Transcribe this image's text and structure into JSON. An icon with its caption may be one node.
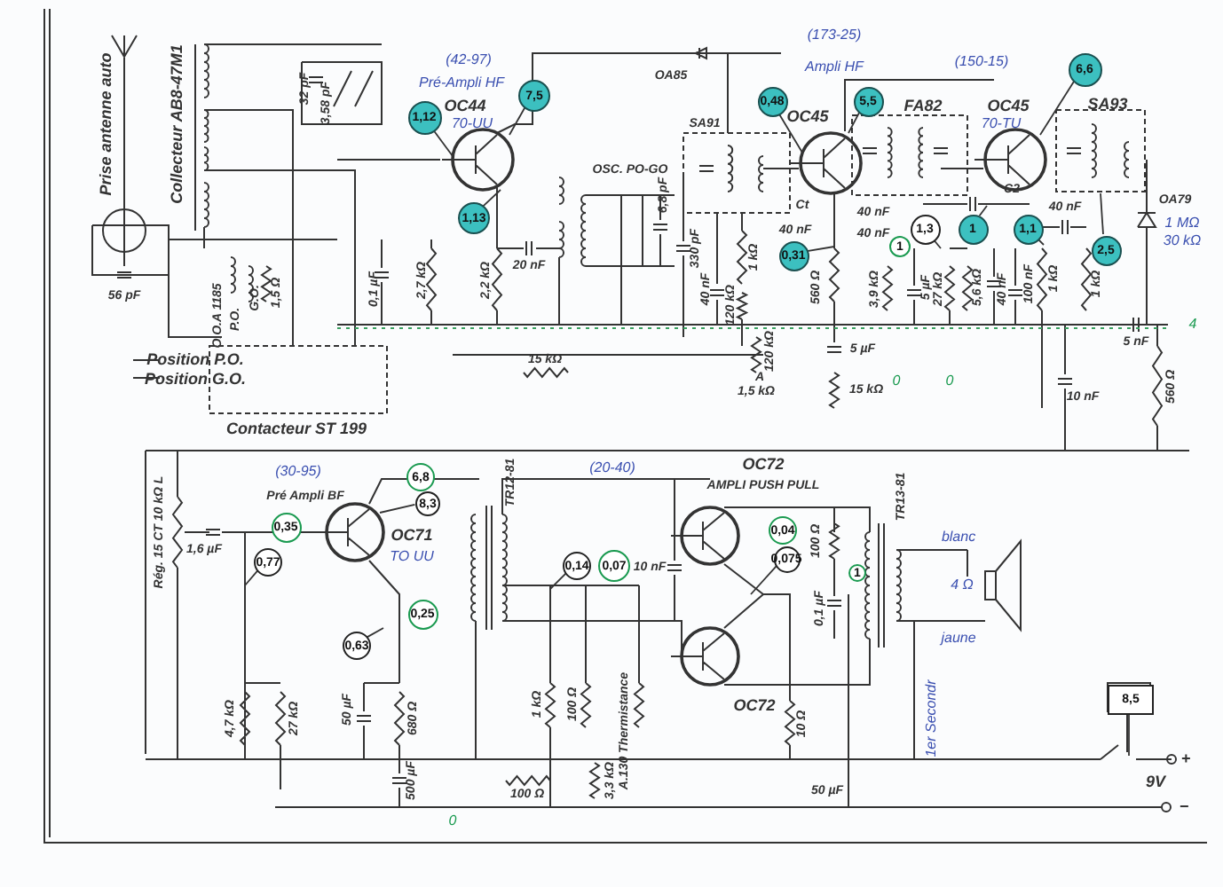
{
  "diagram": {
    "nodes": [
      {
        "text": [
          "1,12"
        ]
      },
      {
        "text": [
          "7,5"
        ]
      },
      {
        "text": [
          "1,13"
        ]
      },
      {
        "text": [
          "0,48"
        ]
      },
      {
        "text": [
          "5,5"
        ]
      },
      {
        "text": [
          "0,31"
        ]
      },
      {
        "text": [
          "6,6"
        ]
      },
      {
        "text": [
          "1,3"
        ]
      },
      {
        "text": [
          "1"
        ]
      },
      {
        "text": [
          "1"
        ]
      },
      {
        "text": [
          "1,1"
        ]
      },
      {
        "text": [
          "2,5"
        ]
      },
      {
        "text": [
          "0,35"
        ]
      },
      {
        "text": [
          "0,77"
        ]
      },
      {
        "text": [
          "6,8"
        ]
      },
      {
        "text": [
          "8,3"
        ]
      },
      {
        "text": [
          "0,25"
        ]
      },
      {
        "text": [
          "0,63"
        ]
      },
      {
        "text": [
          "0,14"
        ]
      },
      {
        "text": [
          "0,07"
        ]
      },
      {
        "text": [
          "0,04"
        ]
      },
      {
        "text": [
          "0,075"
        ]
      },
      {
        "text": [
          "1"
        ]
      },
      {
        "text": [
          "8,5"
        ]
      }
    ],
    "edges": [
      {
        "from": 0,
        "to": null,
        "arrow": "none"
      },
      {
        "from": 1,
        "to": null,
        "arrow": "none"
      },
      {
        "from": 2,
        "to": null,
        "arrow": "none"
      },
      {
        "from": 3,
        "to": null,
        "arrow": "none"
      },
      {
        "from": 4,
        "to": null,
        "arrow": "none"
      },
      {
        "from": 5,
        "to": null,
        "arrow": "none"
      },
      {
        "from": 6,
        "to": null,
        "arrow": "none"
      },
      {
        "from": 7,
        "to": null,
        "arrow": "none"
      },
      {
        "from": 9,
        "to": null,
        "arrow": "none"
      },
      {
        "from": 10,
        "to": null,
        "arrow": "none"
      },
      {
        "from": 11,
        "to": null,
        "arrow": "none"
      },
      {
        "from": 13,
        "to": null,
        "arrow": "none"
      },
      {
        "from": 15,
        "to": null,
        "arrow": "none"
      },
      {
        "from": 17,
        "to": null,
        "arrow": "none"
      },
      {
        "from": 18,
        "to": null,
        "arrow": "none"
      },
      {
        "from": 21,
        "to": null,
        "arrow": "none"
      },
      {
        "from": 23,
        "to": null,
        "arrow": "none"
      }
    ],
    "labels": [
      "Prise antenne auto",
      "Collecteur AB8-47M1",
      "32 pF",
      "3,58 pF",
      "56 pF",
      "O.O.A 1185",
      "P.O.",
      "G.O.",
      "1,5 Ω",
      "Position P.O.",
      "Position G.O.",
      "Contacteur ST 199",
      "0,1 µF",
      "(42-97)",
      "Pré-Ampli HF",
      "OC44",
      "70-UU",
      "2,7 kΩ",
      "2,2 kΩ",
      "20 nF",
      "OSC. PO-GO",
      "6,8 pF",
      "330 pF",
      "15 kΩ",
      "OA85",
      "SA91",
      "(173-25)",
      "Ampli HF",
      "OC45",
      "Ct",
      "40 nF",
      "40 nF",
      "40 nF",
      "40 nF",
      "1 kΩ",
      "120 kΩ",
      "120 kΩ",
      "A",
      "1,5 kΩ",
      "560 Ω",
      "3,9 kΩ",
      "5 µF",
      "15 kΩ",
      "FA82",
      "(150-15)",
      "OC45",
      "70-TU",
      "SA93",
      "C2",
      "5 µF",
      "27 kΩ",
      "5,6 kΩ",
      "40 nF",
      "100 nF",
      "1 kΩ",
      "40 nF",
      "1 kΩ",
      "OA79",
      "1 MΩ",
      "30 kΩ",
      "5 nF",
      "4",
      "10 nF",
      "560 Ω",
      "0",
      "0",
      "Rég. 15 CT 10 kΩ L",
      "1,6 µF",
      "(30-95)",
      "Pré Ampli BF",
      "OC71",
      "TO UU",
      "4,7 kΩ",
      "27 kΩ",
      "50 µF",
      "680 Ω",
      "500 µF",
      "0",
      "TR12-81",
      "(20-40)",
      "OC72",
      "AMPLI PUSH PULL",
      "10 nF",
      "OC72",
      "1 kΩ",
      "100 Ω",
      "A.130 Thermistance",
      "100 Ω",
      "3,3 kΩ",
      "10 Ω",
      "50 µF",
      "100 Ω",
      "0,1 µF",
      "TR13-81",
      "blanc",
      "4 Ω",
      "jaune",
      "1er Secondr",
      "+",
      "9V",
      "−"
    ]
  }
}
